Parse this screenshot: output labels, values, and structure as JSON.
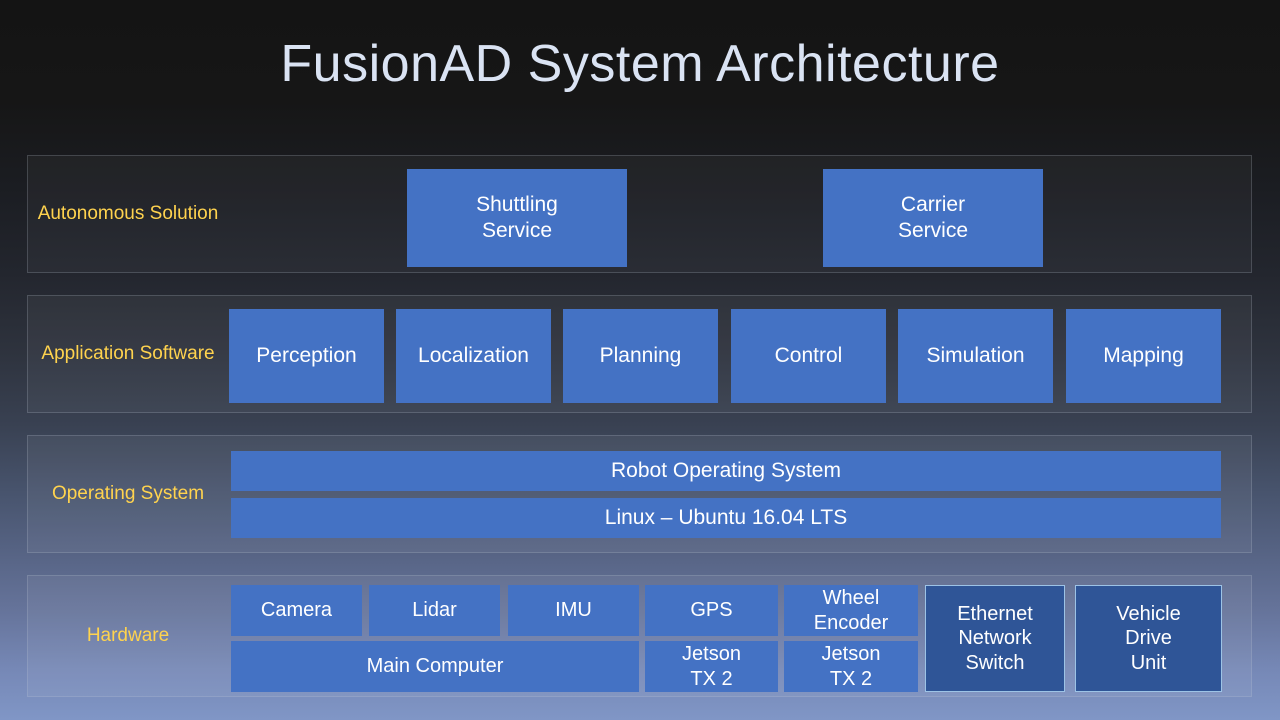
{
  "slide": {
    "title": "FusionAD System Architecture",
    "colors": {
      "accent_blue": "#4472C4",
      "dark_blue": "#2F5597",
      "box_border_light": "#9DC3E6",
      "label_yellow": "#FFD34E",
      "title_text": "#DAE3F3",
      "box_text": "#FFFFFF",
      "background_top": "#141414",
      "background_bottom": "#8096C6"
    }
  },
  "layers": {
    "solution": {
      "label": "Autonomous\nSolution",
      "boxes": [
        {
          "label": "Shuttling\nService"
        },
        {
          "label": "Carrier\nService"
        }
      ]
    },
    "application": {
      "label": "Application\nSoftware",
      "boxes": [
        {
          "label": "Perception"
        },
        {
          "label": "Localization"
        },
        {
          "label": "Planning"
        },
        {
          "label": "Control"
        },
        {
          "label": "Simulation"
        },
        {
          "label": "Mapping"
        }
      ]
    },
    "os": {
      "label": "Operating\nSystem",
      "bars": [
        {
          "label": "Robot Operating System"
        },
        {
          "label": "Linux – Ubuntu 16.04 LTS"
        }
      ]
    },
    "hardware": {
      "label": "Hardware",
      "boxes": [
        {
          "label": "Camera"
        },
        {
          "label": "Lidar"
        },
        {
          "label": "IMU"
        },
        {
          "label": "GPS"
        },
        {
          "label": "Wheel\nEncoder"
        },
        {
          "label": "Ethernet\nNetwork\nSwitch"
        },
        {
          "label": "Vehicle\nDrive\nUnit"
        },
        {
          "label": "Main Computer"
        },
        {
          "label": "Jetson\nTX 2"
        },
        {
          "label": "Jetson\nTX 2"
        }
      ]
    }
  }
}
